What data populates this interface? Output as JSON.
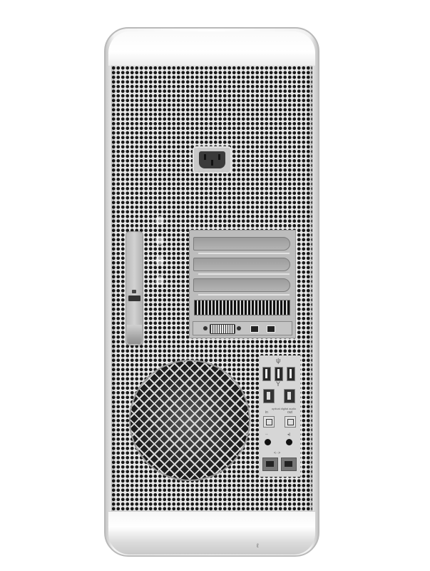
{
  "scene": {
    "subject": "Mac Pro tower, rear view",
    "background_color": "#ffffff",
    "case_color": "#e9e9e9"
  },
  "io_panel": {
    "usb_symbol": "ψ",
    "firewire_symbol": "Y",
    "optical_in_label": "in",
    "optical_caption": "optical digital audio",
    "optical_out_label": "out",
    "audio_in_symbol": "◦◦",
    "audio_out_symbol": "◂)",
    "ethernet_symbol": "<··>"
  },
  "counts": {
    "usb_ports": 3,
    "firewire_ports": 2,
    "optical_ports": 2,
    "audio_jacks": 2,
    "ethernet_ports": 2,
    "pci_slot_covers": 3
  },
  "foot": {
    "mark": "ℓ"
  }
}
